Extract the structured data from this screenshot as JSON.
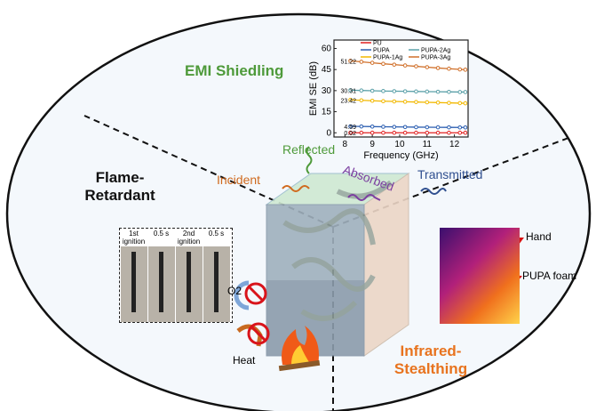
{
  "sections": {
    "emi": "EMI Shiedling",
    "flame": "Flame-Retardant",
    "infrared": "Infrared-Stealthing"
  },
  "waves": {
    "reflected": "Reflected",
    "incident": "Incident",
    "absorbed": "Absorbed",
    "transmitted": "Transmitted"
  },
  "flame_photos": {
    "captions": [
      "1st ignition",
      "0.5 s",
      "2nd ignition",
      "0.5 s"
    ]
  },
  "flame_labels": {
    "o2": "O2",
    "heat": "Heat"
  },
  "infrared_labels": {
    "hand": "Hand",
    "foam": "PUPA foam"
  },
  "colors": {
    "emi": "#4e9a3a",
    "infrared": "#e8731e",
    "incident": "#d06a1e",
    "absorbed": "#7b3fa0",
    "transmitted": "#2f4f8f"
  },
  "chart_data": {
    "type": "line",
    "xlabel": "Frequency (GHz)",
    "ylabel": "EMI SE (dB)",
    "xlim": [
      7.6,
      12.5
    ],
    "ylim": [
      -3,
      66
    ],
    "xticks": [
      8,
      9,
      10,
      11,
      12
    ],
    "yticks": [
      0,
      15,
      30,
      45,
      60
    ],
    "legend": "top",
    "x": [
      8.2,
      8.6,
      9.0,
      9.4,
      9.8,
      10.2,
      10.6,
      11.0,
      11.4,
      11.8,
      12.2,
      12.4
    ],
    "series": [
      {
        "name": "PU",
        "color": "#e02020",
        "start_label": "0.02",
        "values": [
          0.02,
          0.02,
          0.02,
          0.02,
          0.02,
          0.02,
          0.02,
          0.02,
          0.02,
          0.02,
          0.02,
          0.02
        ]
      },
      {
        "name": "PUPA",
        "color": "#2a5db0",
        "start_label": "4.59",
        "values": [
          4.59,
          4.5,
          4.4,
          4.3,
          4.2,
          4.1,
          4.0,
          3.95,
          3.9,
          3.85,
          3.8,
          3.8
        ]
      },
      {
        "name": "PUPA-1Ag",
        "color": "#f2b800",
        "start_label": "23.42",
        "values": [
          23.42,
          23.1,
          22.8,
          22.5,
          22.3,
          22.1,
          21.9,
          21.7,
          21.5,
          21.3,
          21.1,
          21.0
        ]
      },
      {
        "name": "PUPA-2Ag",
        "color": "#5aa0a8",
        "start_label": "30.31",
        "values": [
          30.31,
          30.1,
          29.9,
          29.7,
          29.6,
          29.5,
          29.4,
          29.3,
          29.2,
          29.1,
          29.0,
          29.0
        ]
      },
      {
        "name": "PUPA-3Ag",
        "color": "#d0702a",
        "start_label": "51.22",
        "values": [
          51.22,
          50.5,
          49.8,
          49.1,
          48.5,
          47.9,
          47.3,
          46.7,
          46.1,
          45.6,
          45.1,
          44.9
        ]
      }
    ]
  }
}
